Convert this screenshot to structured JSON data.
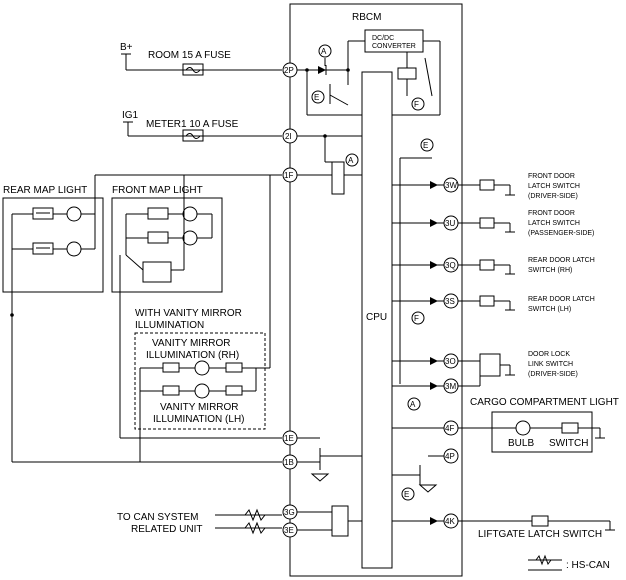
{
  "module": {
    "title": "RBCM",
    "dcdc": [
      "DC/DC",
      "CONVERTER"
    ],
    "cpu": "CPU"
  },
  "power": {
    "bplus": "B+",
    "ig1": "IG1",
    "room_fuse": "ROOM 15 A FUSE",
    "meter_fuse": "METER1 10 A FUSE"
  },
  "pins": {
    "p2p": "2P",
    "p2i": "2I",
    "p1f": "1F",
    "p1e": "1E",
    "p1b": "1B",
    "p3g": "3G",
    "p3e": "3E",
    "p3w": "3W",
    "p3u": "3U",
    "p3q": "3Q",
    "p3s": "3S",
    "p3o": "3O",
    "p3m": "3M",
    "p4f": "4F",
    "p4p": "4P",
    "p4k": "4K"
  },
  "markers": {
    "a": "A",
    "e": "E",
    "f": "F"
  },
  "lights": {
    "rear_map": "REAR MAP LIGHT",
    "front_map": "FRONT MAP LIGHT",
    "vanity_title": [
      "WITH VANITY MIRROR",
      "ILLUMINATION"
    ],
    "vanity_rh": [
      "VANITY MIRROR",
      "ILLUMINATION (RH)"
    ],
    "vanity_lh": [
      "VANITY MIRROR",
      "ILLUMINATION (LH)"
    ]
  },
  "switches": {
    "front_driver": [
      "FRONT DOOR",
      "LATCH SWITCH",
      "(DRIVER-SIDE)"
    ],
    "front_pass": [
      "FRONT DOOR",
      "LATCH SWITCH",
      "(PASSENGER-SIDE)"
    ],
    "rear_rh": [
      "REAR DOOR LATCH",
      "SWITCH (RH)"
    ],
    "rear_lh": [
      "REAR DOOR LATCH",
      "SWITCH (LH)"
    ],
    "door_lock": [
      "DOOR LOCK",
      "LINK SWITCH",
      "(DRIVER-SIDE)"
    ]
  },
  "cargo": {
    "title": "CARGO COMPARTMENT LIGHT",
    "bulb": "BULB",
    "switch": "SWITCH"
  },
  "can": {
    "to": "TO CAN SYSTEM",
    "unit": "RELATED UNIT",
    "legend": ": HS-CAN"
  },
  "liftgate": "LIFTGATE LATCH SWITCH"
}
